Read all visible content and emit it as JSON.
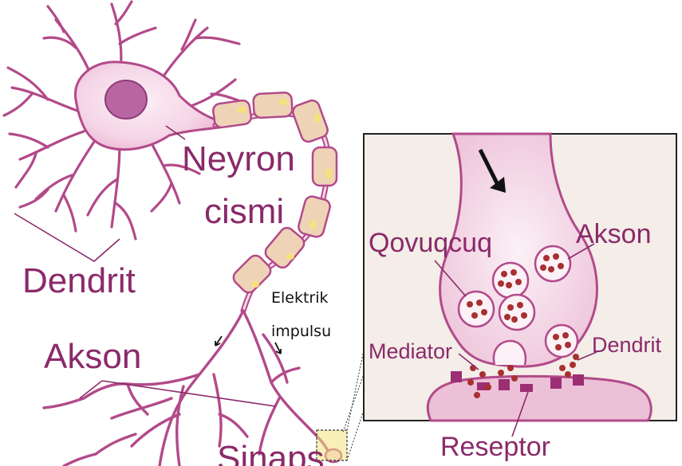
{
  "labels": {
    "neyron_line1": "Neyron",
    "neyron_line2": "cismi",
    "dendrit_left": "Dendrit",
    "akson_left": "Akson",
    "elektrik_line1": "Elektrik",
    "elektrik_line2": "impulsu",
    "sinaps": "Sinaps",
    "qovuqcuq": "Qovuqcuq",
    "akson_inset": "Akson",
    "mediator": "Mediator",
    "dendrit_inset": "Dendrit",
    "reseptor": "Reseptor"
  },
  "colors": {
    "membrane": "#b24a8a",
    "cell_fill": "#f5d8e8",
    "nucleus": "#b866a2",
    "myelin": "#eed3b6",
    "myelin_highlight": "#f4e27e",
    "label": "#8a2a6a",
    "vesicle_dot": "#a83030",
    "inset_bg": "#f4ede8",
    "inset_border": "#222222"
  }
}
